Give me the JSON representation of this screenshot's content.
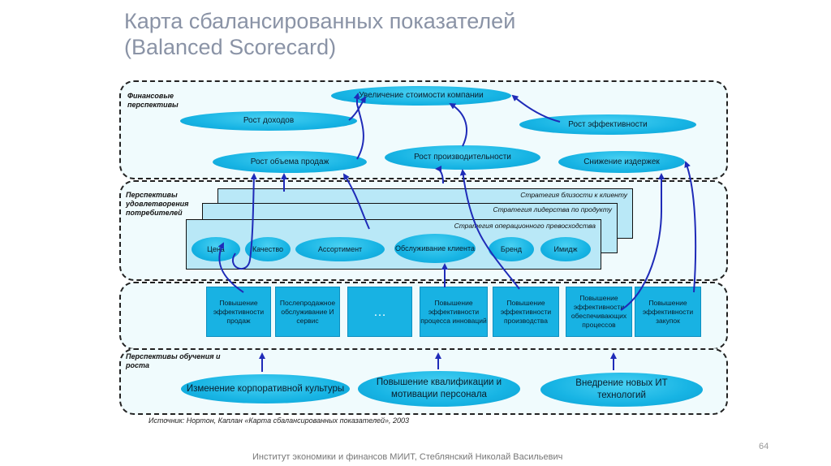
{
  "title": {
    "line1": "Карта сбалансированных показателей",
    "line2": "(Balanced Scorecard)"
  },
  "bands": {
    "financial": "Финансовые перспективы",
    "customer": "Перспективы удовлетворения потребителей",
    "learning": "Перспективы обучения и роста"
  },
  "financial": {
    "company_value": "Увеличение стоимости компании",
    "revenue_growth": "Рост доходов",
    "efficiency_growth": "Рост эффективности",
    "sales_growth": "Рост объема продаж",
    "productivity_growth": "Рост производительности",
    "cost_reduction": "Снижение издержек"
  },
  "strategies": {
    "customer_intimacy": "Стратегия близости к клиенту",
    "product_leadership": "Стратегия лидерства по продукту",
    "operational_excellence": "Стратегия операционного превосходства"
  },
  "customer_items": [
    "Цена",
    "Качество",
    "Ассортимент",
    "Обслуживание клиента",
    "Бренд",
    "Имидж"
  ],
  "process_items": [
    "Повышение эффективности продаж",
    "Послепродажное обслуживание И сервис",
    "…",
    "Повышение эффективности процесса инноваций",
    "Повышение эффективности производства",
    "Повышение эффективности обеспечивающих процессов",
    "Повышение эффективности закупок"
  ],
  "learning_items": [
    "Изменение корпоративной культуры",
    "Повышение квалификации и мотивации персонала",
    "Внедрение новых ИТ технологий"
  ],
  "source": "Источник: Нортон, Каплан «Карта сбалансированных показателей», 2003",
  "page_number": "64",
  "footer": "Институт экономики и финансов МИИТ, Стеблянский Николай Васильевич",
  "colors": {
    "ellipse": "#17b4e4",
    "box": "#18b2e3",
    "arrow": "#1f2bb8",
    "title": "#8a93a6"
  }
}
